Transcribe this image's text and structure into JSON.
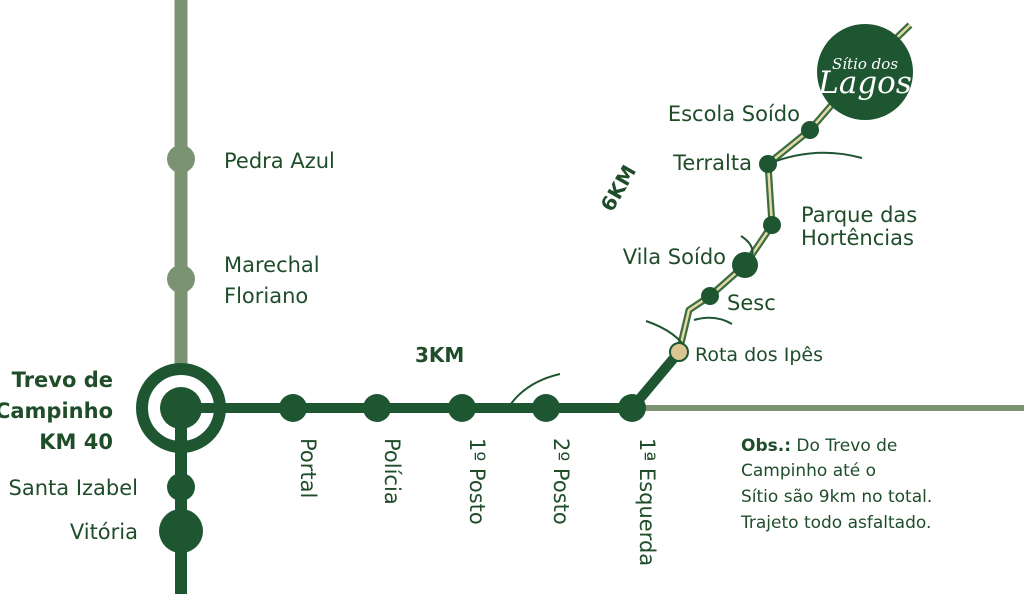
{
  "colors": {
    "main": "#1f5632",
    "gray": "#7c9373",
    "stop_highlight": "#d9c691",
    "text": "#1f4d2a",
    "road_inner": "#e6d9a8"
  },
  "logo": {
    "line1": "Sítio dos",
    "line2": "Lagos"
  },
  "vertical_stops": {
    "pedra_azul": "Pedra Azul",
    "marechal_1": "Marechal",
    "marechal_2": "Floriano",
    "santa_izabel": "Santa Izabel",
    "vitoria": "Vitória"
  },
  "junction": {
    "line1": "Trevo de",
    "line2": "Campinho",
    "line3": "KM 40"
  },
  "horizontal_stops": {
    "portal": "Portal",
    "policia": "Polícia",
    "posto1": "1º Posto",
    "posto2": "2º Posto",
    "esquerda": "1ª Esquerda"
  },
  "distances": {
    "segment_3km": "3KM",
    "segment_6km": "6KM"
  },
  "diagonal_stops": {
    "rota": "Rota dos Ipês",
    "sesc": "Sesc",
    "vila": "Vila Soído",
    "parque_1": "Parque das",
    "parque_2": "Hortências",
    "terralta": "Terralta",
    "escola": "Escola Soído"
  },
  "note": {
    "label": "Obs.:",
    "line1_rest": " Do Trevo de",
    "line2": "Campinho até o",
    "line3": "Sítio são 9km no total.",
    "line4": "Trajeto todo asfaltado."
  }
}
